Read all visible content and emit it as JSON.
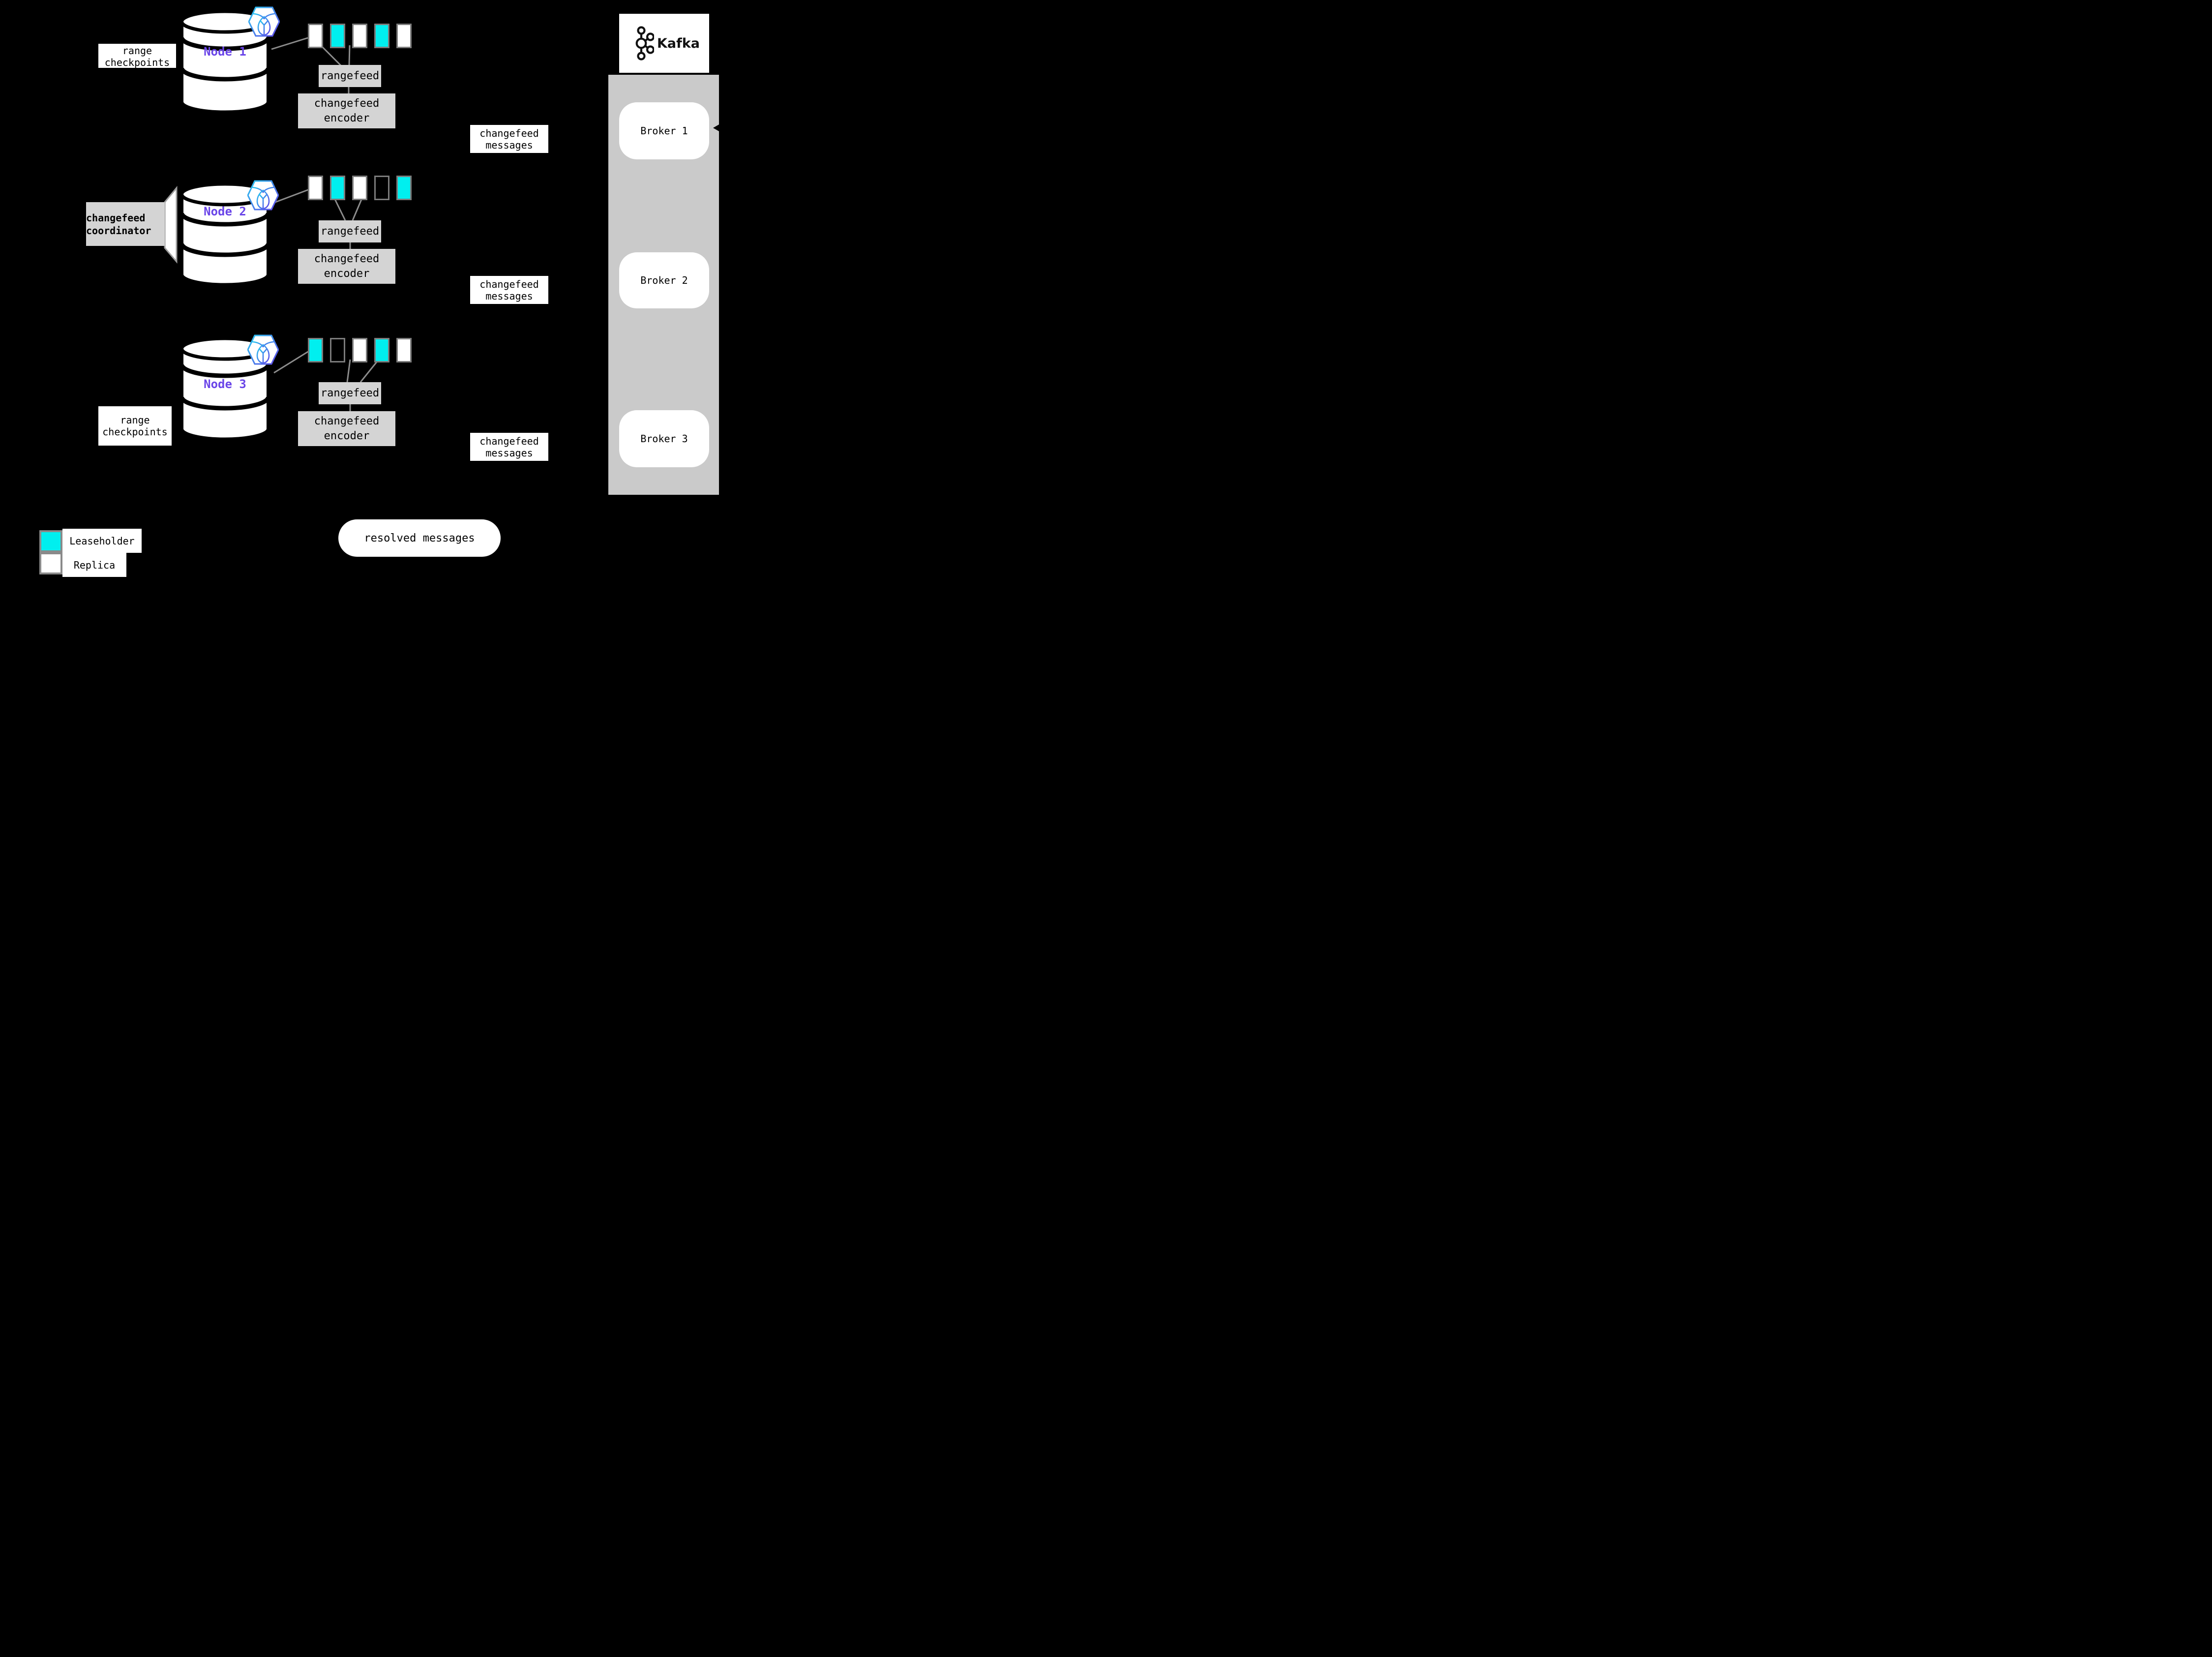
{
  "colors": {
    "background": "#000000",
    "leaseholder": "#00EFEF",
    "replica": "#FFFFFF",
    "empty": "transparent",
    "process_box_gray": "#D4D4D4",
    "kafka_container_gray": "#CACACA",
    "connector_gray": "#8C8C8C",
    "square_border_gray": "#7B7B7B",
    "node_label_purple": "#6A45E8"
  },
  "nodes": [
    {
      "name": "Node 1",
      "checkpoint_label": "range checkpoints",
      "rangefeed": "rangefeed",
      "encoder": "changefeed encoder",
      "ranges": [
        "replica",
        "leaseholder",
        "replica",
        "leaseholder",
        "replica"
      ]
    },
    {
      "name": "Node 2",
      "coordinator": "changefeed coordinator",
      "rangefeed": "rangefeed",
      "encoder": "changefeed encoder",
      "ranges": [
        "replica",
        "leaseholder",
        "replica",
        "empty",
        "leaseholder"
      ]
    },
    {
      "name": "Node 3",
      "checkpoint_label": "range checkpoints",
      "rangefeed": "rangefeed",
      "encoder": "changefeed encoder",
      "ranges": [
        "leaseholder",
        "empty",
        "replica",
        "leaseholder",
        "replica"
      ]
    }
  ],
  "messages": {
    "label": "changefeed messages"
  },
  "resolved": {
    "label": "resolved messages"
  },
  "kafka": {
    "brand": "Kafka",
    "brokers": [
      {
        "label": "Broker 1"
      },
      {
        "label": "Broker 2"
      },
      {
        "label": "Broker 3"
      }
    ]
  },
  "legend": {
    "items": [
      {
        "swatch": "leaseholder",
        "label": "Leaseholder"
      },
      {
        "swatch": "replica",
        "label": "Replica"
      }
    ]
  }
}
